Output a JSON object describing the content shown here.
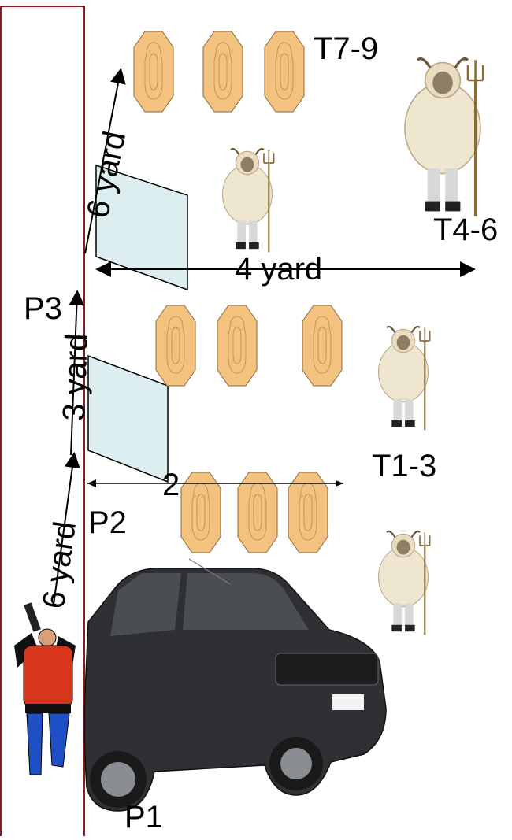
{
  "labels": {
    "t7_9": "T7-9",
    "t4_6": "T4-6",
    "t1_3": "T1-3",
    "p1": "P1",
    "p2": "P2",
    "p3": "P3",
    "dist_top_vertical": "6 yard",
    "dist_middle_vertical": "3 yard",
    "dist_bottom_vertical": "6 yard",
    "dist_top_horizontal": "4 yard",
    "dist_lower_horizontal": "2"
  },
  "colors": {
    "target_fill": "#F2C27E",
    "target_stroke": "#8A6A3C",
    "barrier_fill": "#DDEEF0",
    "wall_border": "#8B1A1A",
    "shooter_shirt": "#D7361A",
    "shooter_pants": "#1E4FC4",
    "car_body": "#2E3033"
  },
  "icons": {
    "target": "paper-target-icon",
    "no_shoot": "busojaras-costume-figure-icon",
    "vehicle": "suv-car-icon",
    "shooter": "shooter-figure-icon"
  }
}
